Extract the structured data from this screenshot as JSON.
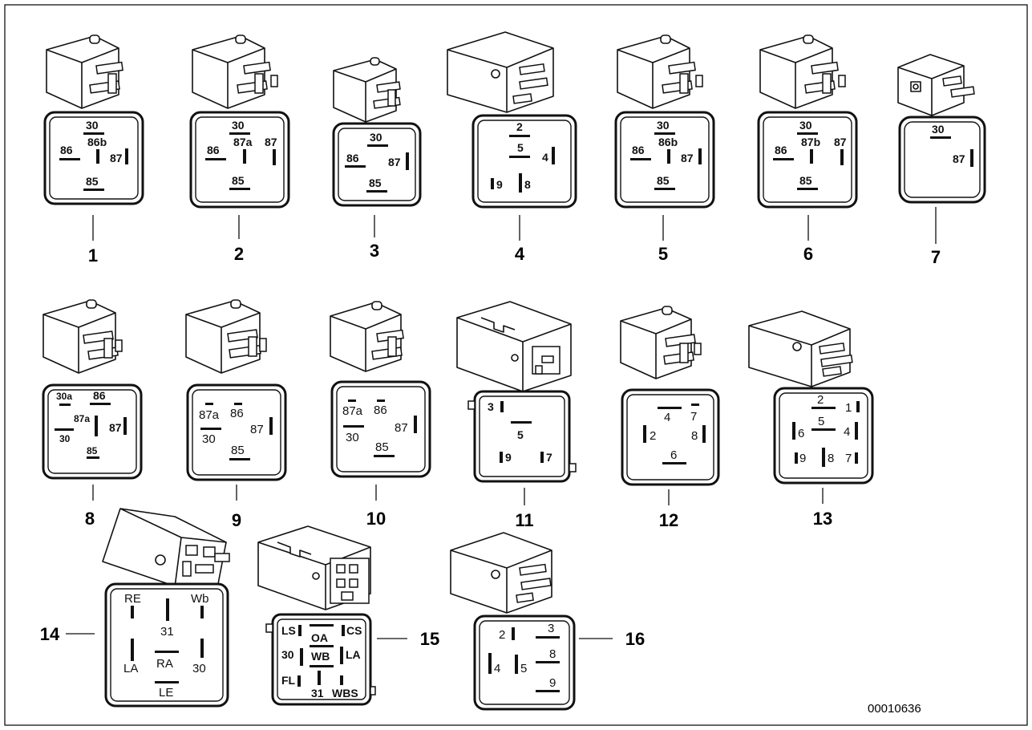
{
  "drawing_number": "00010636",
  "relays": [
    {
      "id": "1",
      "pins": [
        "30",
        "86b",
        "86",
        "87",
        "85"
      ]
    },
    {
      "id": "2",
      "pins": [
        "30",
        "87a",
        "86",
        "87",
        "85"
      ]
    },
    {
      "id": "3",
      "pins": [
        "30",
        "86",
        "87",
        "85"
      ]
    },
    {
      "id": "4",
      "pins": [
        "2",
        "5",
        "4",
        "9",
        "8"
      ]
    },
    {
      "id": "5",
      "pins": [
        "30",
        "86b",
        "86",
        "87",
        "85"
      ]
    },
    {
      "id": "6",
      "pins": [
        "30",
        "87b",
        "86",
        "87",
        "85"
      ]
    },
    {
      "id": "7",
      "pins": [
        "30",
        "87"
      ]
    },
    {
      "id": "8",
      "pins": [
        "30a",
        "86",
        "87a",
        "87",
        "30",
        "85"
      ]
    },
    {
      "id": "9",
      "pins": [
        "87a",
        "86",
        "87",
        "30",
        "85"
      ]
    },
    {
      "id": "10",
      "pins": [
        "87a",
        "86",
        "87",
        "30",
        "85"
      ]
    },
    {
      "id": "11",
      "pins": [
        "3",
        "5",
        "9",
        "7"
      ]
    },
    {
      "id": "12",
      "pins": [
        "4",
        "7",
        "2",
        "8",
        "6"
      ]
    },
    {
      "id": "13",
      "pins": [
        "2",
        "1",
        "5",
        "6",
        "4",
        "9",
        "8",
        "7"
      ]
    },
    {
      "id": "14",
      "pins": [
        "RE",
        "Wb",
        "31",
        "LA",
        "RA",
        "30",
        "LE"
      ]
    },
    {
      "id": "15",
      "pins": [
        "LS",
        "CS",
        "OA",
        "30",
        "WB",
        "LA",
        "FL",
        "31",
        "WBS"
      ]
    },
    {
      "id": "16",
      "pins": [
        "2",
        "3",
        "8",
        "4",
        "5",
        "9"
      ]
    }
  ]
}
